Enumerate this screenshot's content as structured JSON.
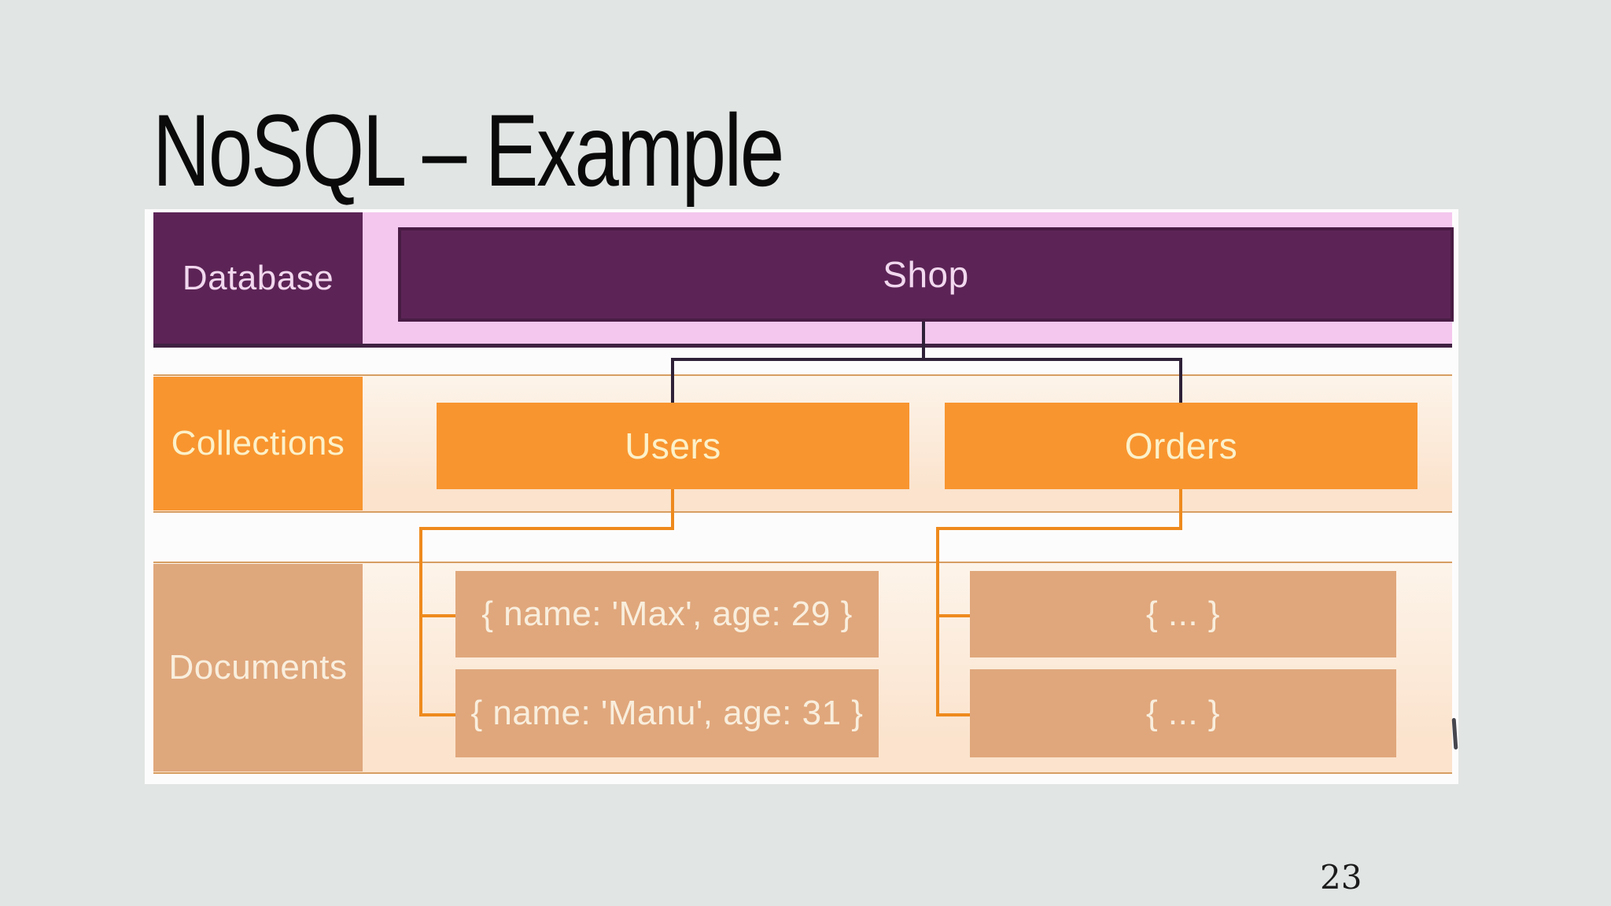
{
  "slide": {
    "title": "NoSQL – Example",
    "page_number": "23"
  },
  "diagram": {
    "rows": [
      {
        "label": "Database"
      },
      {
        "label": "Collections"
      },
      {
        "label": "Documents"
      }
    ],
    "database_node": "Shop",
    "collections": [
      {
        "name": "Users",
        "documents": [
          "{ name: 'Max', age: 29 }",
          "{ name: 'Manu', age: 31 }"
        ]
      },
      {
        "name": "Orders",
        "documents": [
          "{ ... }",
          "{ ... }"
        ]
      }
    ]
  },
  "colors": {
    "slide_bg": "#e1e5e3",
    "diagram_bg": "#fdfcfd",
    "pink_band": "#f4c7ee",
    "pink_band_border": "#3f2142",
    "purple_fill": "#5c2456",
    "purple_border": "#481c44",
    "purple_text": "#f2d8ef",
    "orange_fill": "#f8952f",
    "cream_text": "#fcf1c9",
    "peach_band_top": "#fdf4ea",
    "peach_band_bottom": "#fbe3cd",
    "peach_border": "#d79e62",
    "tan_fill": "#e0a77c",
    "tan_label_fill": "#dfa77c",
    "doc_text": "#f9eedd",
    "dark_connector": "#2e2138",
    "orange_connector": "#ee8a1d",
    "title_text": "#0a0a0a",
    "page_text": "#1b1b1b",
    "artifact": "#26262f"
  }
}
